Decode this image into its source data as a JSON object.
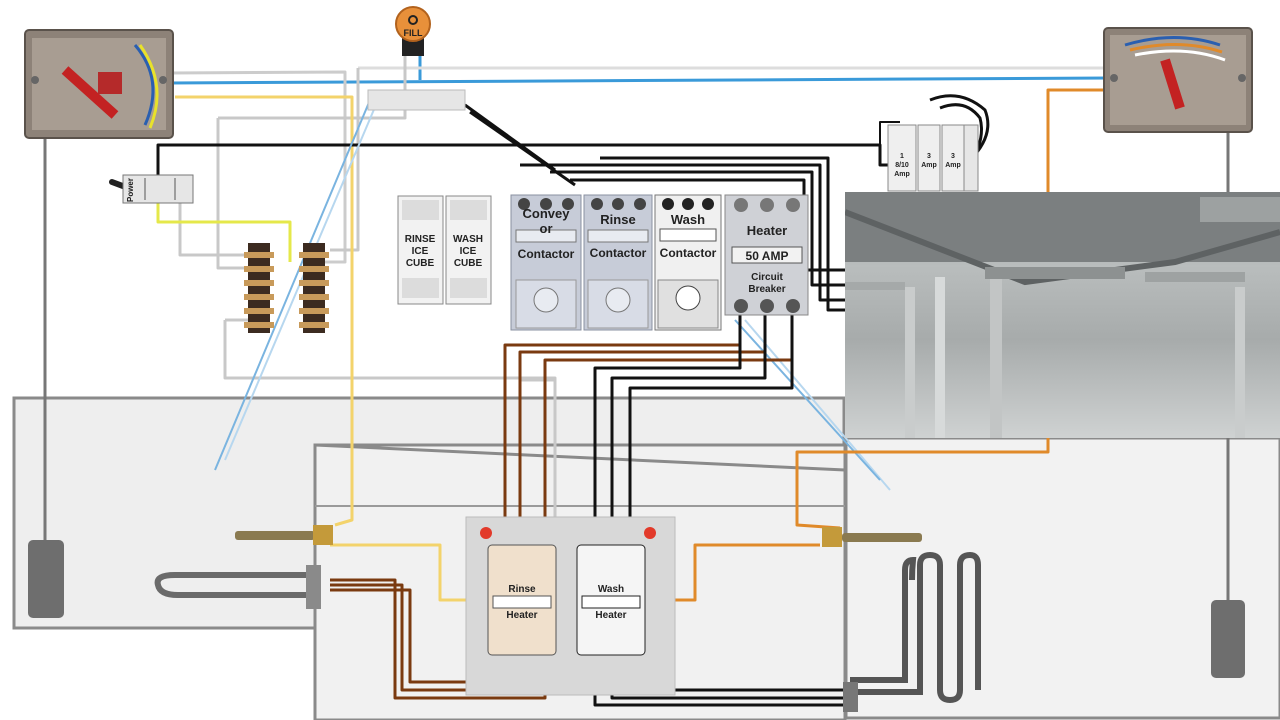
{
  "fill_button": {
    "label": "FILL"
  },
  "power_switch": {
    "label": "Power"
  },
  "relays": [
    {
      "line1": "RINSE",
      "line2": "ICE",
      "line3": "CUBE"
    },
    {
      "line1": "WASH",
      "line2": "ICE",
      "line3": "CUBE"
    }
  ],
  "contactors": [
    {
      "title_line1": "Convey",
      "title_line2": "or",
      "subtitle": "Contactor"
    },
    {
      "title_line1": "Rinse",
      "title_line2": "",
      "subtitle": "Contactor"
    },
    {
      "title_line1": "Wash",
      "title_line2": "",
      "subtitle": "Contactor"
    }
  ],
  "breaker": {
    "title": "Heater",
    "rating": "50 AMP",
    "subtitle_line1": "Circuit",
    "subtitle_line2": "Breaker"
  },
  "fuses": [
    {
      "line1": "1",
      "line2": "8/10",
      "line3": "Amp"
    },
    {
      "line1": "3",
      "line2": "Amp",
      "line3": ""
    },
    {
      "line1": "3",
      "line2": "Amp",
      "line3": ""
    }
  ],
  "bottom_contactors": [
    {
      "line1": "Rinse",
      "line2": "Heater"
    },
    {
      "line1": "Wash",
      "line2": "Heater"
    }
  ],
  "colors": {
    "wire_blue": "#3a9ad9",
    "wire_yellow": "#f3d36b",
    "wire_gray": "#c8c8c8",
    "wire_black": "#111111",
    "wire_brown": "#7a3a10",
    "wire_orange": "#e08a2a",
    "wire_lime": "#e5e84a",
    "indicator_red": "#e23a2a",
    "fill_button": "#e8903a"
  }
}
